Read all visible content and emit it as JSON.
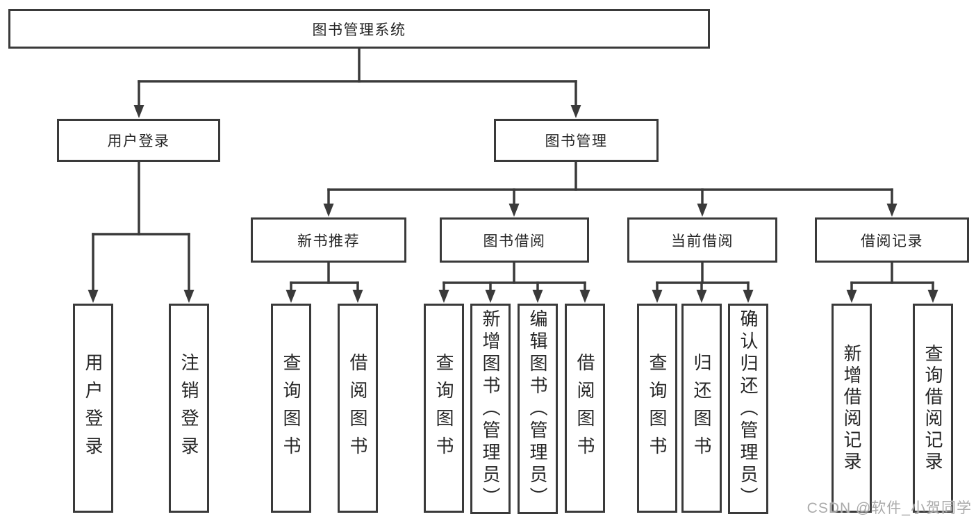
{
  "diagram_type": "tree",
  "tree": {
    "label": "图书管理系统",
    "children": [
      {
        "label": "用户登录",
        "children": [
          {
            "label": "用户登录"
          },
          {
            "label": "注销登录"
          }
        ]
      },
      {
        "label": "图书管理",
        "children": [
          {
            "label": "新书推荐",
            "children": [
              {
                "label": "查询图书"
              },
              {
                "label": "借阅图书"
              }
            ]
          },
          {
            "label": "图书借阅",
            "children": [
              {
                "label": "查询图书"
              },
              {
                "label": "新增图书（管理员）"
              },
              {
                "label": "编辑图书（管理员）"
              },
              {
                "label": "借阅图书"
              }
            ]
          },
          {
            "label": "当前借阅",
            "children": [
              {
                "label": "查询图书"
              },
              {
                "label": "归还图书"
              },
              {
                "label": "确认归还（管理员）"
              }
            ]
          },
          {
            "label": "借阅记录",
            "children": [
              {
                "label": "新增借阅记录"
              },
              {
                "label": "查询借阅记录"
              }
            ]
          }
        ]
      }
    ]
  },
  "watermark": {
    "text": "CSDN @软件_小贺同学"
  },
  "colors": {
    "line": "#3a3a3a",
    "box_border": "#3a3a3a",
    "text": "#262626",
    "watermark": "#ababab",
    "background": "#ffffff"
  }
}
